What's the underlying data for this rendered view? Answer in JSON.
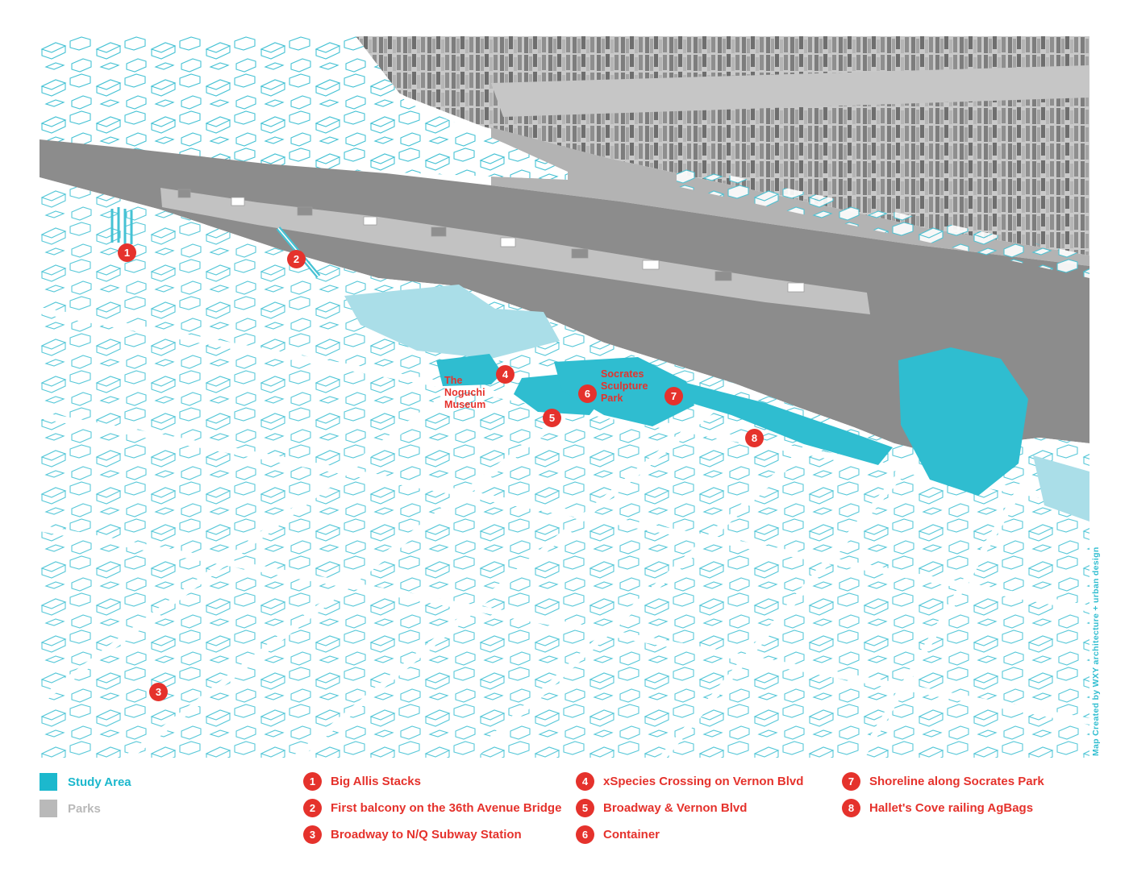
{
  "map": {
    "markers": [
      {
        "number": "1"
      },
      {
        "number": "2"
      },
      {
        "number": "3"
      },
      {
        "number": "4"
      },
      {
        "number": "5"
      },
      {
        "number": "6"
      },
      {
        "number": "7"
      },
      {
        "number": "8"
      }
    ],
    "labels": {
      "noguchi": "The\nNoguchi\nMuseum",
      "socrates": "Socrates\nSculpture\nPark"
    },
    "credit": "Map Created by WXY architecture + urban design"
  },
  "legend": {
    "items": [
      {
        "label": "Study Area",
        "color": "#1cb8cd"
      },
      {
        "label": "Parks",
        "color": "#b9b9b9"
      }
    ]
  },
  "key": {
    "columns": [
      {
        "items": [
          {
            "number": "1",
            "label": "Big Allis Stacks"
          },
          {
            "number": "2",
            "label": "First balcony on the 36th Avenue Bridge"
          },
          {
            "number": "3",
            "label": "Broadway to N/Q Subway Station"
          }
        ]
      },
      {
        "items": [
          {
            "number": "4",
            "label": "xSpecies Crossing on Vernon Blvd"
          },
          {
            "number": "5",
            "label": "Broadway & Vernon Blvd"
          },
          {
            "number": "6",
            "label": "Container"
          }
        ]
      },
      {
        "items": [
          {
            "number": "7",
            "label": "Shoreline along Socrates Park"
          },
          {
            "number": "8",
            "label": "Hallet's Cove railing AgBags"
          }
        ]
      }
    ]
  },
  "colors": {
    "marker_red": "#e5322c",
    "study_area_teal": "#2fbdd0",
    "light_teal": "#aadee8",
    "wireframe_cyan": "#45c2d4",
    "river_gray": "#8c8c8c",
    "parks_gray": "#b9b9b9"
  }
}
